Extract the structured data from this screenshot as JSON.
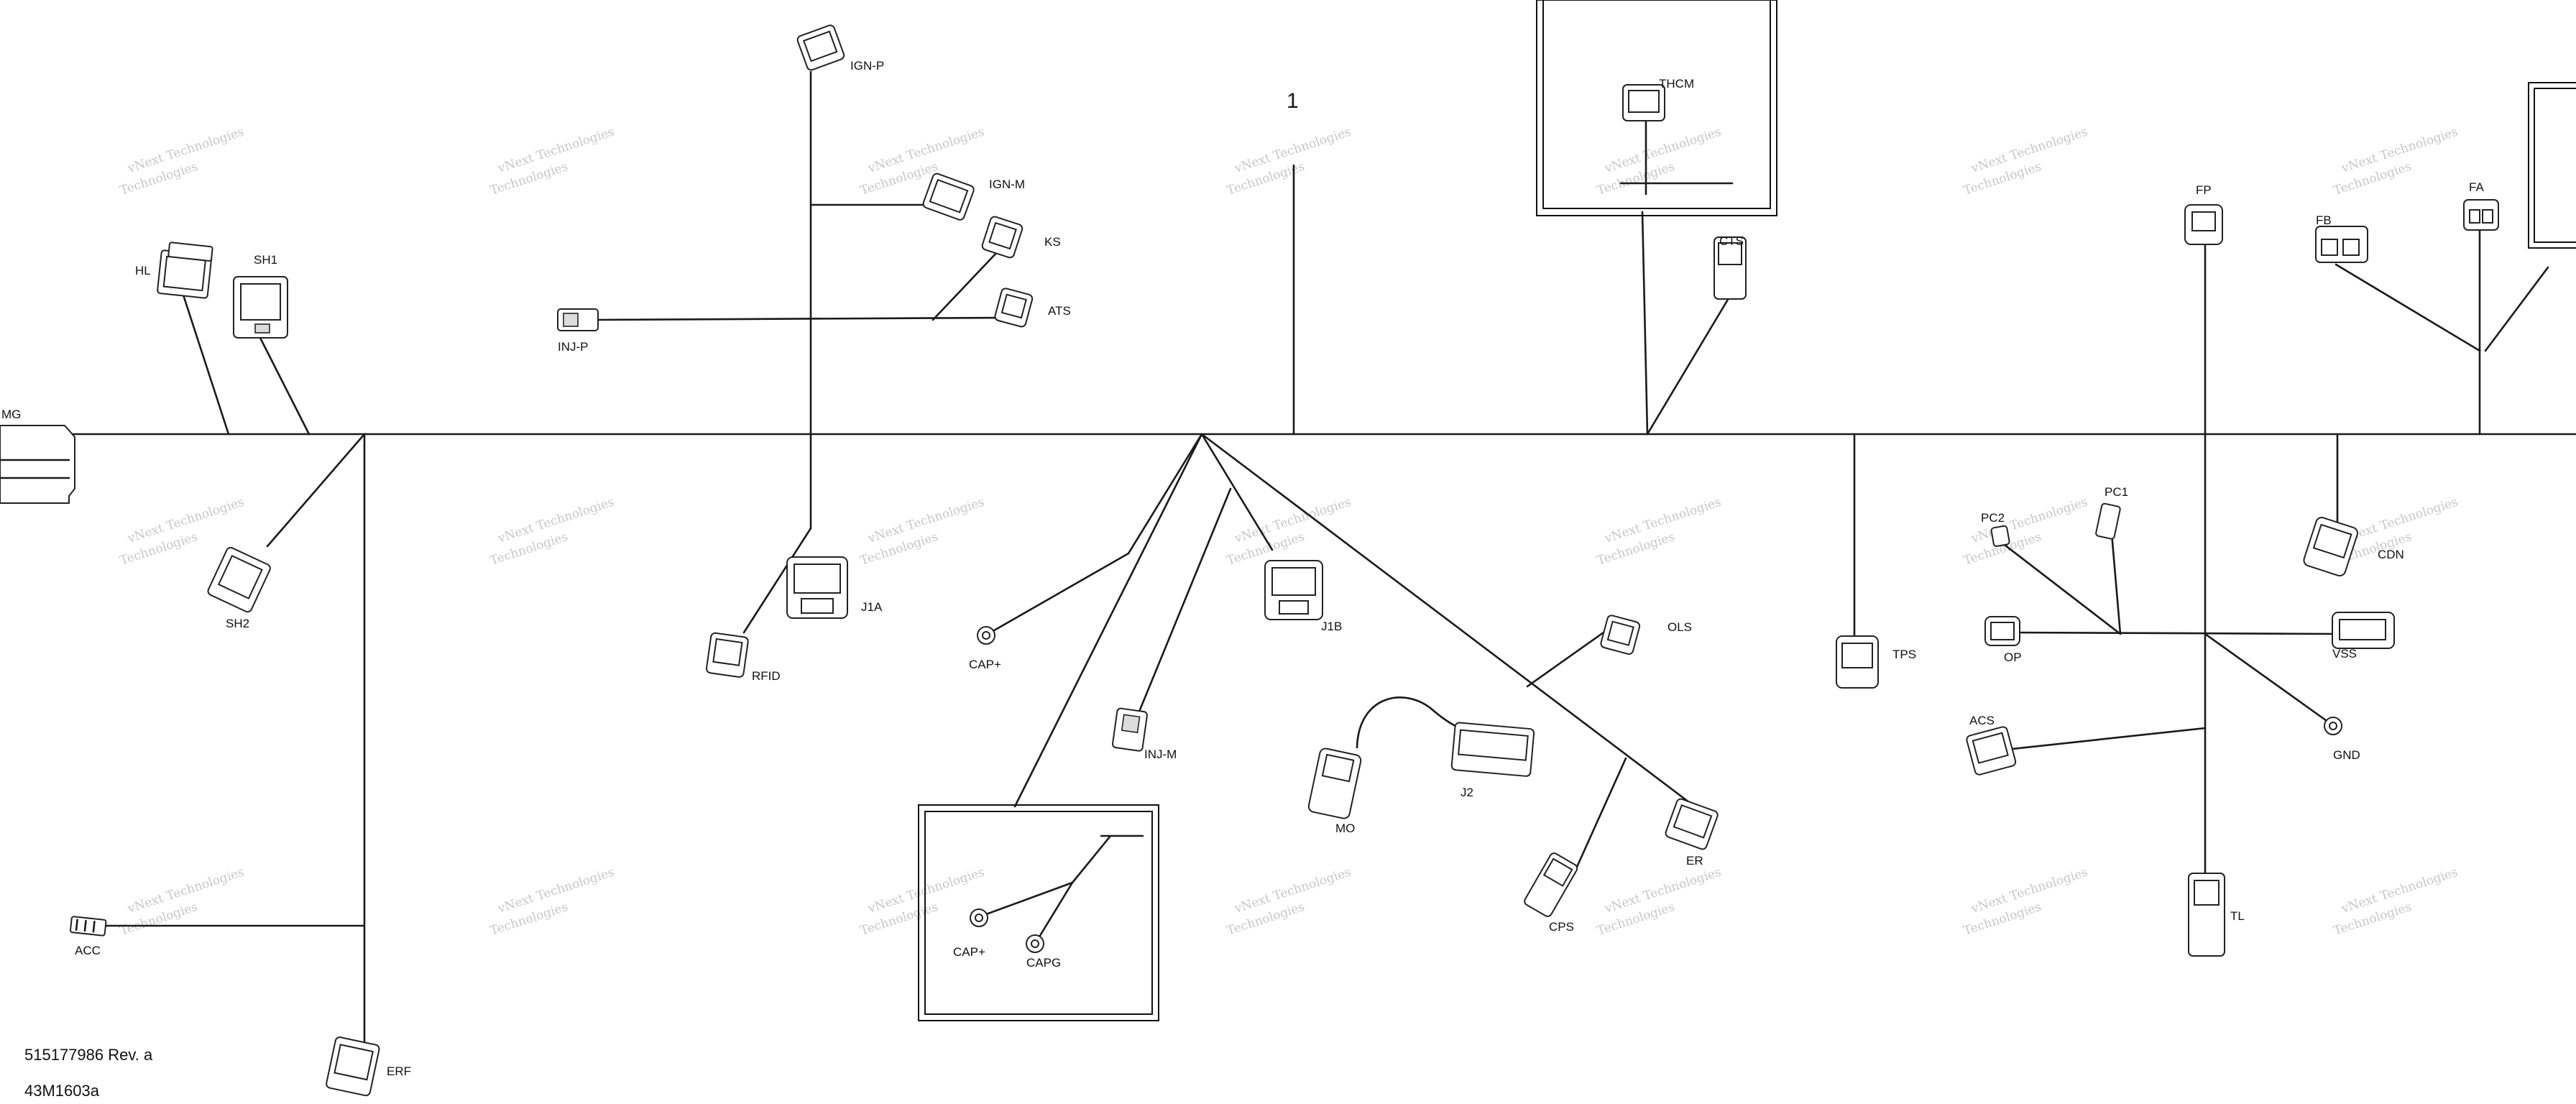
{
  "diagram": {
    "callout_number": "1",
    "part_number": "515177986 Rev. a",
    "drawing_id": "43M1603a",
    "watermark_line1": "vNext Technologies",
    "watermark_line2": "Technologies",
    "labels": {
      "MG": "MG",
      "HL": "HL",
      "SH1": "SH1",
      "SH2": "SH2",
      "ACC": "ACC",
      "ERF": "ERF",
      "INJ_P": "INJ-P",
      "IGN_P": "IGN-P",
      "IGN_M": "IGN-M",
      "KS": "KS",
      "ATS": "ATS",
      "J1A": "J1A",
      "RFID": "RFID",
      "CAP_PLUS_1": "CAP+",
      "CAP_PLUS_2": "CAP+",
      "CAPG": "CAPG",
      "INJ_M": "INJ-M",
      "J1B": "J1B",
      "MO": "MO",
      "J2": "J2",
      "OLS": "OLS",
      "CPS": "CPS",
      "ER": "ER",
      "THCM": "THCM",
      "CTS": "CTS",
      "TPS": "TPS",
      "PC1": "PC1",
      "PC2": "PC2",
      "OP": "OP",
      "ACS": "ACS",
      "FP": "FP",
      "TL": "TL",
      "VSS": "VSS",
      "GND": "GND",
      "CDN": "CDN",
      "FB": "FB",
      "FA": "FA"
    }
  }
}
